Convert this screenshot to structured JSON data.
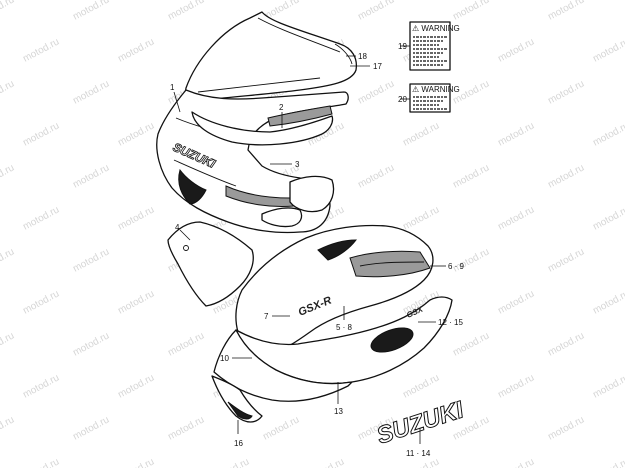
{
  "watermark": "motod.ru",
  "callouts": {
    "c1": "1",
    "c2": "2",
    "c3": "3",
    "c4": "4",
    "c5": "5 · 8",
    "c6": "6 · 9",
    "c7": "7",
    "c10": "10",
    "c11": "11 · 14",
    "c12": "12 · 15",
    "c13": "13",
    "c16": "16",
    "c17": "17",
    "c18": "18",
    "c19": "19",
    "c20": "20"
  },
  "labels": {
    "label19_title": "⚠ WARNING",
    "label20_title": "⚠ WARNING"
  },
  "logos": {
    "suzuki_cowl": "SUZUKI",
    "suzuki_lower": "SUZUKI",
    "gsxr_side": "GSX-R",
    "gsxr_small": "GSX"
  }
}
